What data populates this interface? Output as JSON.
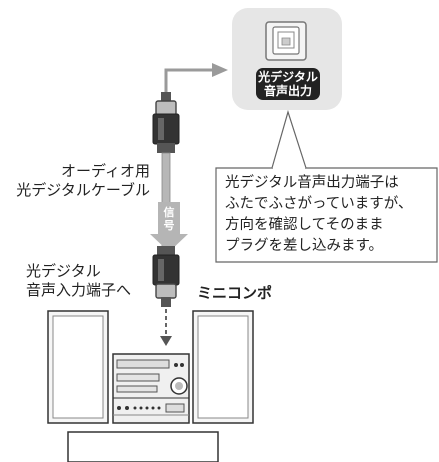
{
  "tv_port": {
    "badge_line1": "光デジタル",
    "badge_line2": "音声出力"
  },
  "cable_label": {
    "line1": "オーディオ用",
    "line2": "光デジタルケーブル"
  },
  "signal_label": "信号",
  "callout": {
    "lines": [
      "光デジタル音声出力端子は",
      "ふたでふさがっていますが、",
      "方向を確認してそのまま",
      "プラグを差し込みます。"
    ]
  },
  "input_label": {
    "line1": "光デジタル",
    "line2": "音声入力端子へ"
  },
  "device_label": "ミニコンポ"
}
